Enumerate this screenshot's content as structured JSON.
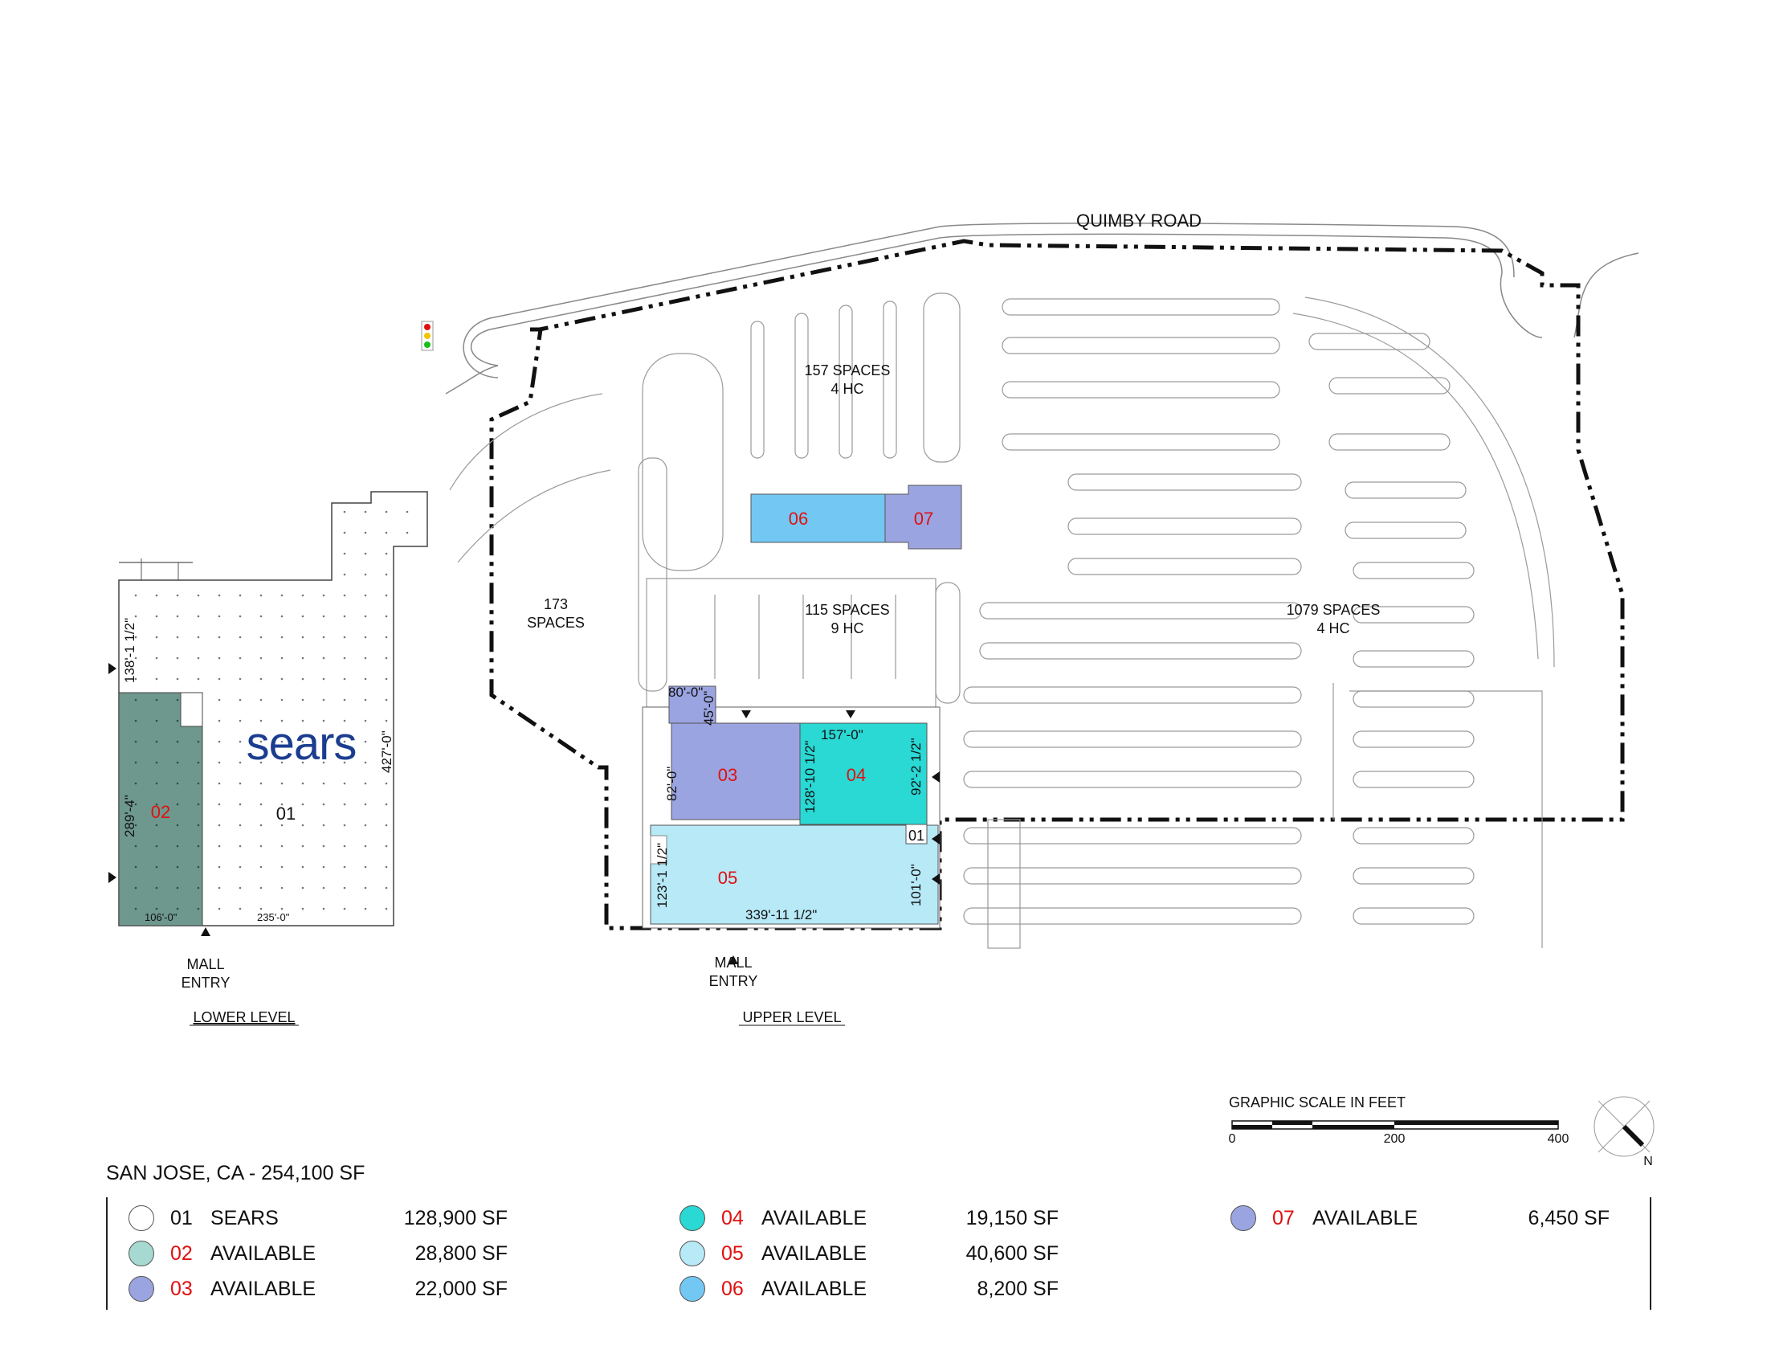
{
  "site": {
    "title": "SAN JOSE, CA - 254,100 SF",
    "road_label": "QUIMBY ROAD",
    "lower_level_label": "LOWER LEVEL",
    "upper_level_label": "UPPER LEVEL",
    "mall_entry_line1": "MALL",
    "mall_entry_line2": "ENTRY",
    "anchor_logo": "sears",
    "scale_title": "GRAPHIC SCALE IN FEET",
    "scale_ticks": [
      "0",
      "200",
      "400"
    ],
    "north_label": "N"
  },
  "parking": [
    {
      "line1": "157 SPACES",
      "line2": "4 HC"
    },
    {
      "line1": "173",
      "line2": "SPACES"
    },
    {
      "line1": "115 SPACES",
      "line2": "9 HC"
    },
    {
      "line1": "1079 SPACES",
      "line2": "4 HC"
    }
  ],
  "units": {
    "u01": "01",
    "u02": "02",
    "u03": "03",
    "u04": "04",
    "u05": "05",
    "u06": "06",
    "u07": "07",
    "u01b": "01"
  },
  "dimensions": {
    "d_138": "138'-1 1/2\"",
    "d_289": "289'-4\"",
    "d_427": "427'-0\"",
    "d_106": "106'-0\"",
    "d_235": "235'-0\"",
    "d_80": "80'-0\"",
    "d_45": "45'-0\"",
    "d_82": "82'-0\"",
    "d_157": "157'-0\"",
    "d_128": "128'-10 1/2\"",
    "d_92": "92'-2 1/2\"",
    "d_123": "123'-1 1/2\"",
    "d_101": "101'-0\"",
    "d_339": "339'-11 1/2\""
  },
  "legend": [
    {
      "num": "01",
      "name": "SEARS",
      "sf": "128,900 SF",
      "color": "#ffffff"
    },
    {
      "num": "02",
      "name": "AVAILABLE",
      "sf": "28,800 SF",
      "color": "#a6d9d2"
    },
    {
      "num": "03",
      "name": "AVAILABLE",
      "sf": "22,000 SF",
      "color": "#9aa4e0"
    },
    {
      "num": "04",
      "name": "AVAILABLE",
      "sf": "19,150 SF",
      "color": "#2ad8d4"
    },
    {
      "num": "05",
      "name": "AVAILABLE",
      "sf": "40,600 SF",
      "color": "#b7e9f7"
    },
    {
      "num": "06",
      "name": "AVAILABLE",
      "sf": "8,200 SF",
      "color": "#72c8f2"
    },
    {
      "num": "07",
      "name": "AVAILABLE",
      "sf": "6,450 SF",
      "color": "#9aa4e0"
    }
  ],
  "colors": {
    "unit02": "#6e978d",
    "unit03": "#9aa4e0",
    "unit04": "#2ad8d4",
    "unit05": "#b7e9f7",
    "unit06": "#72c8f2",
    "unit07": "#9aa4e0",
    "unit_number": "#e01010",
    "sears_logo": "#1a3d8f"
  }
}
